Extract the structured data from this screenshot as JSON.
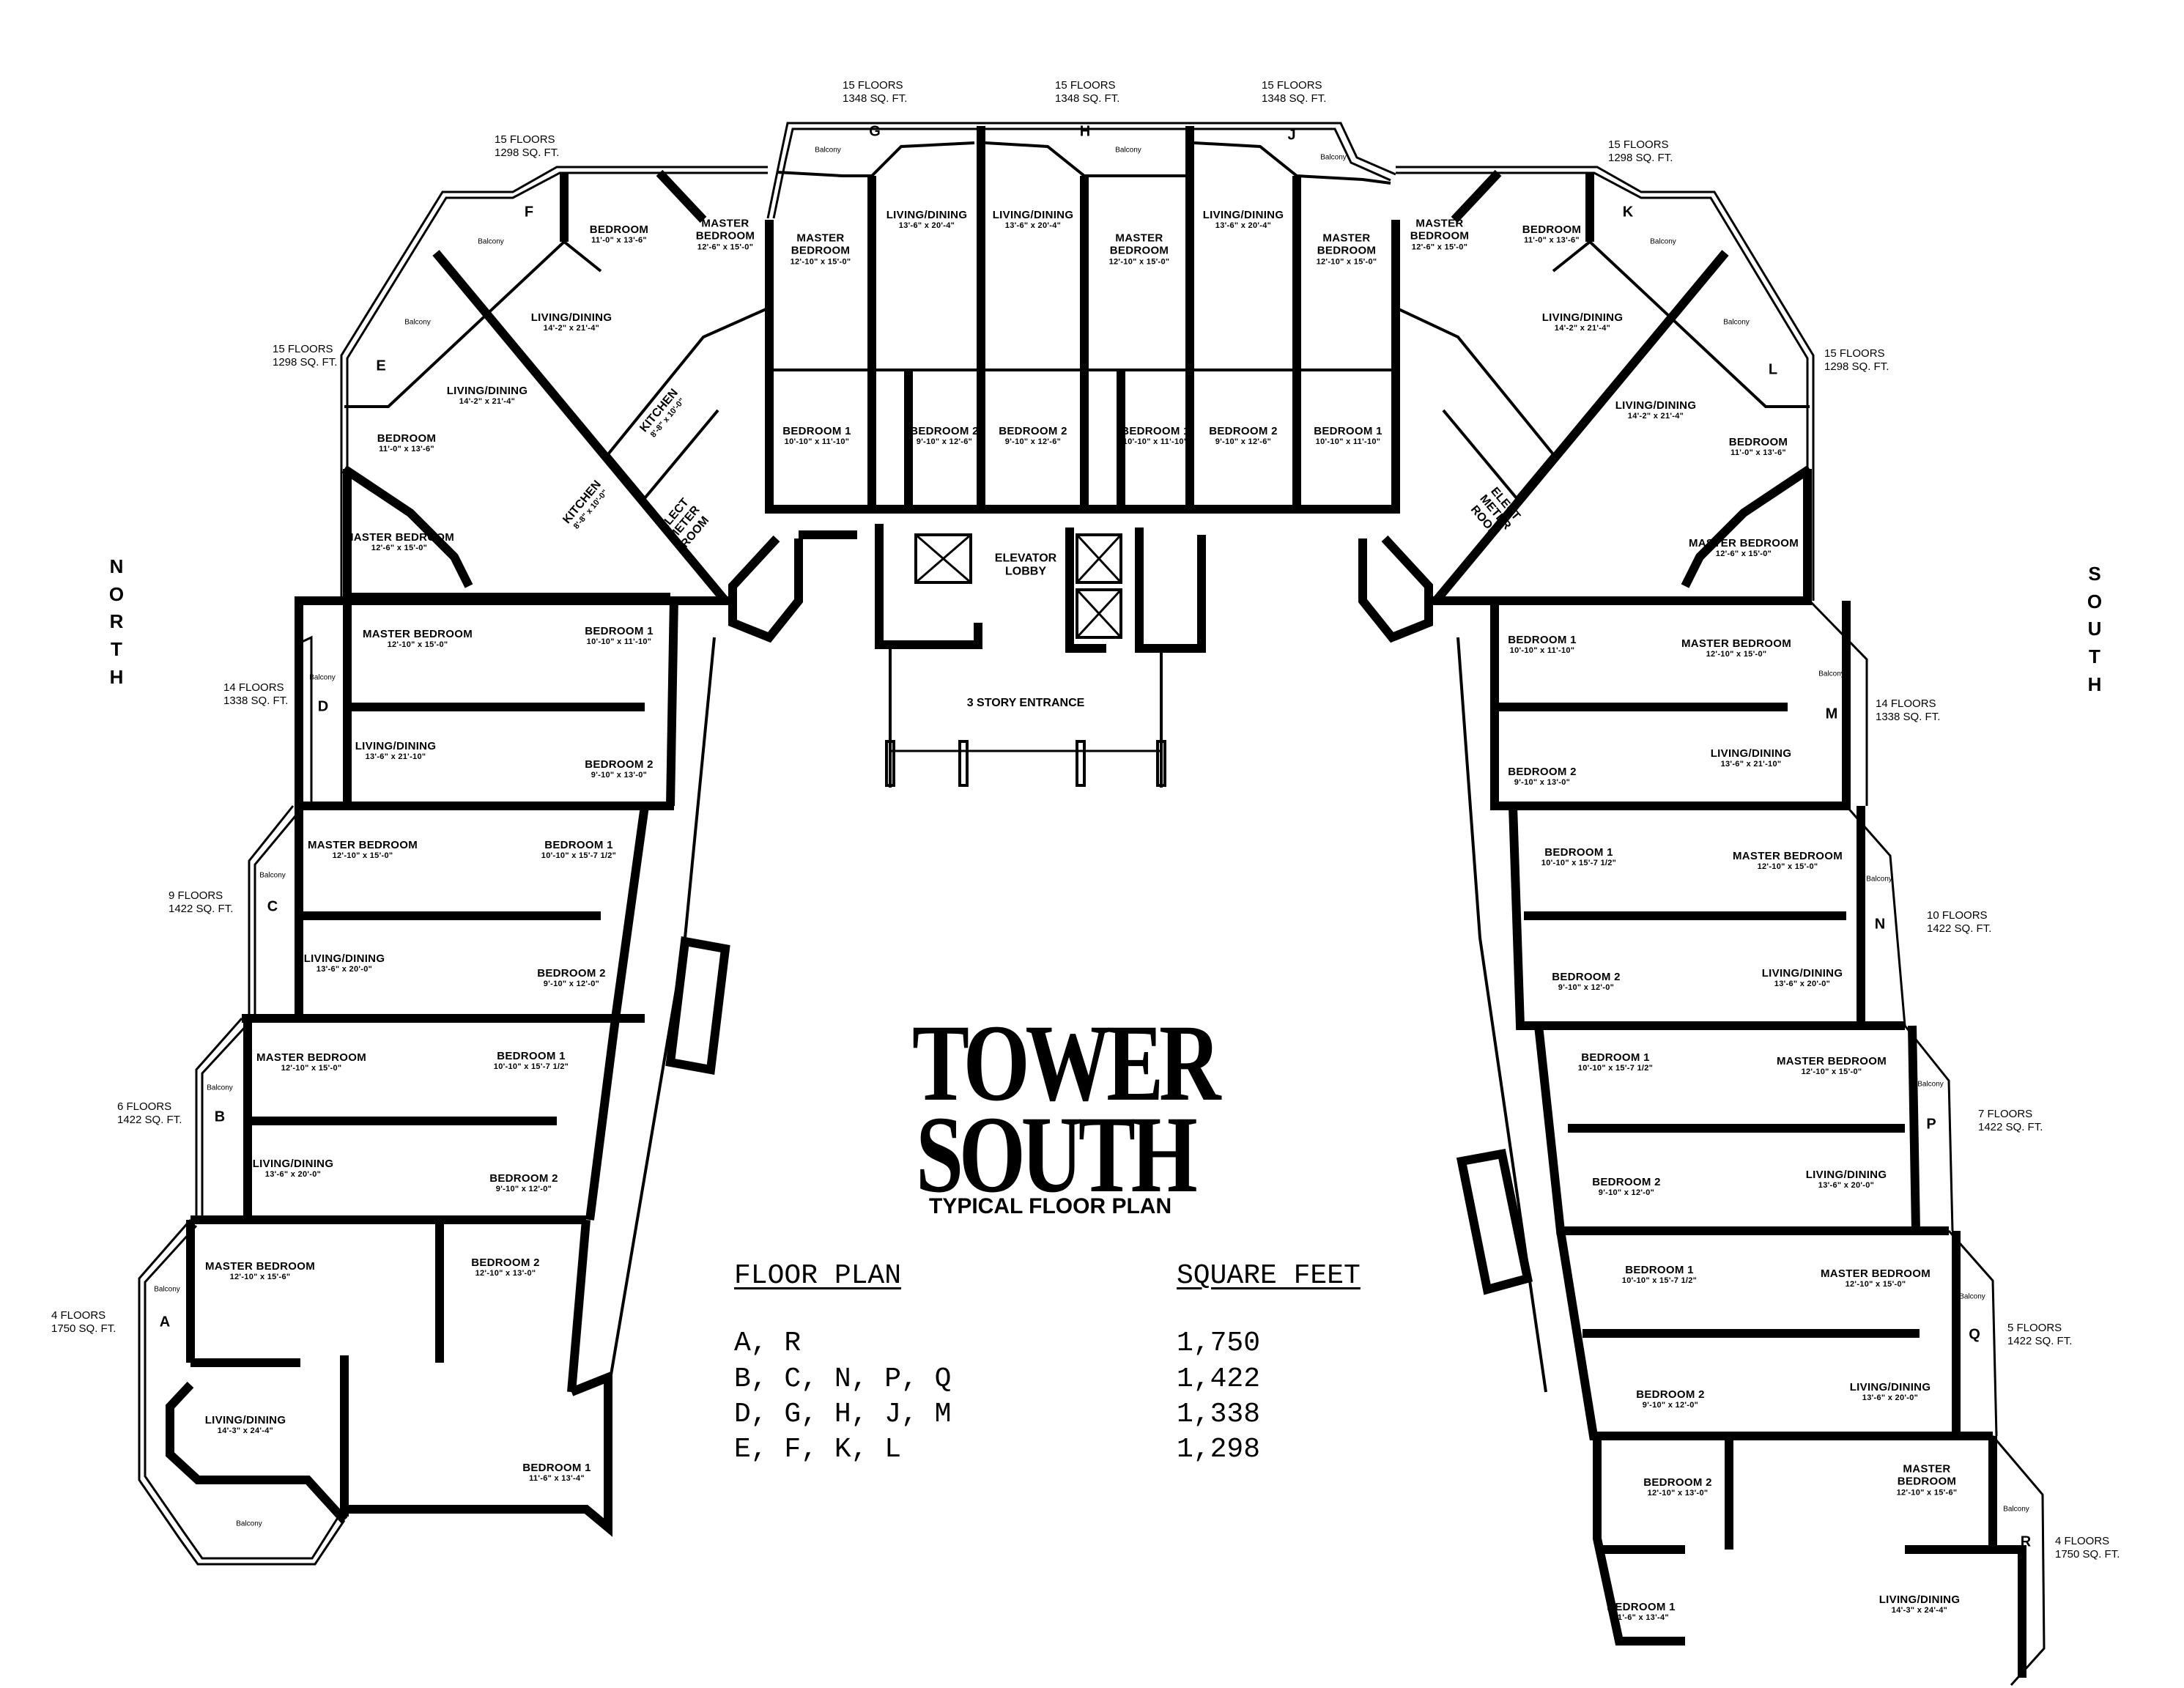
{
  "title": {
    "line1": "TOWER",
    "line2": "SOUTH",
    "subtitle": "TYPICAL FLOOR PLAN"
  },
  "compass": {
    "left": "NORTH",
    "right": "SOUTH"
  },
  "core": {
    "elevator_lobby": "ELEVATOR LOBBY",
    "entrance": "3 STORY ENTRANCE",
    "elect_meter_room": "ELECT METER ROOM"
  },
  "legend": {
    "col1_header": "FLOOR PLAN",
    "col2_header": "SQUARE FEET",
    "rows": [
      {
        "plans": "A, R",
        "sqft": "1,750"
      },
      {
        "plans": "B, C, N, P, Q",
        "sqft": "1,422"
      },
      {
        "plans": "D, G, H, J, M",
        "sqft": "1,338"
      },
      {
        "plans": "E, F, K, L",
        "sqft": "1,298"
      }
    ]
  },
  "units": [
    {
      "letter": "G",
      "floors": "15 FLOORS",
      "sqft": "1348 SQ. FT."
    },
    {
      "letter": "H",
      "floors": "15 FLOORS",
      "sqft": "1348 SQ. FT."
    },
    {
      "letter": "J",
      "floors": "15 FLOORS",
      "sqft": "1348 SQ. FT."
    },
    {
      "letter": "F",
      "floors": "15 FLOORS",
      "sqft": "1298 SQ. FT."
    },
    {
      "letter": "E",
      "floors": "15 FLOORS",
      "sqft": "1298 SQ. FT."
    },
    {
      "letter": "D",
      "floors": "14 FLOORS",
      "sqft": "1338 SQ. FT."
    },
    {
      "letter": "C",
      "floors": "9 FLOORS",
      "sqft": "1422 SQ. FT."
    },
    {
      "letter": "B",
      "floors": "6 FLOORS",
      "sqft": "1422 SQ. FT."
    },
    {
      "letter": "A",
      "floors": "4 FLOORS",
      "sqft": "1750 SQ. FT."
    },
    {
      "letter": "K",
      "floors": "15 FLOORS",
      "sqft": "1298 SQ. FT."
    },
    {
      "letter": "L",
      "floors": "15 FLOORS",
      "sqft": "1298 SQ. FT."
    },
    {
      "letter": "M",
      "floors": "14 FLOORS",
      "sqft": "1338 SQ. FT."
    },
    {
      "letter": "N",
      "floors": "10 FLOORS",
      "sqft": "1422 SQ. FT."
    },
    {
      "letter": "P",
      "floors": "7 FLOORS",
      "sqft": "1422 SQ. FT."
    },
    {
      "letter": "Q",
      "floors": "5 FLOORS",
      "sqft": "1422 SQ. FT."
    },
    {
      "letter": "R",
      "floors": "4 FLOORS",
      "sqft": "1750 SQ. FT."
    }
  ],
  "rooms": {
    "master_bedroom": "MASTER BEDROOM",
    "master": "MASTER",
    "bedroom": "BEDROOM",
    "bedroom1": "BEDROOM 1",
    "bedroom2": "BEDROOM 2",
    "living_dining": "LIVING/DINING",
    "kitchen": "KITCHEN",
    "balcony": "Balcony"
  },
  "dims": {
    "g_master": "12'-10\" x 15'-0\"",
    "g_living": "13'-6\" x 20'-4\"",
    "h_living": "13'-6\" x 20'-4\"",
    "h_master": "12'-10\" x 15'-0\"",
    "j_living": "13'-6\" x 20'-4\"",
    "j_master": "12'-10\" x 15'-0\"",
    "top_br1": "10'-10\" x 11'-10\"",
    "top_br2": "9'-10\" x 12'-6\"",
    "f_bedroom": "11'-0\" x 13'-6\"",
    "f_master": "12'-6\" x 15'-0\"",
    "ef_living": "14'-2\" x 21'-4\"",
    "e_bedroom": "11'-0\" x 13'-6\"",
    "e_master": "12'-6\" x 15'-0\"",
    "kitchen": "8'-8\" x 10'-0\"",
    "d_master": "12'-10\" x 15'-0\"",
    "d_br1": "10'-10\" x 11'-10\"",
    "d_living": "13'-6\" x 21'-10\"",
    "d_br2": "9'-10\" x 13'-0\"",
    "bc_master": "12'-10\" x 15'-0\"",
    "bc_br1": "10'-10\" x 15'-7 1/2\"",
    "bc_living": "13'-6\" x 20'-0\"",
    "bc_br2": "9'-10\" x 12'-0\"",
    "a_master": "12'-10\" x 15'-6\"",
    "a_br2": "12'-10\" x 13'-0\"",
    "a_living": "14'-3\" x 24'-4\"",
    "a_br1": "11'-6\" x 13'-4\""
  }
}
